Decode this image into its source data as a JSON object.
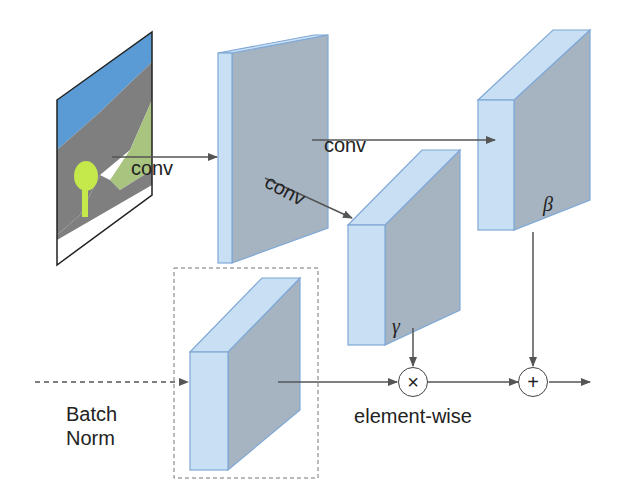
{
  "diagram": {
    "nodes": [
      {
        "text": [
          "×"
        ]
      },
      {
        "text": [
          "+"
        ]
      }
    ],
    "edges": [
      {
        "from": 0,
        "to": 1,
        "arrow": "to"
      }
    ],
    "labels": [
      "conv",
      "conv",
      "conv",
      "γ",
      "β",
      "Batch Norm",
      "element-wise"
    ]
  }
}
